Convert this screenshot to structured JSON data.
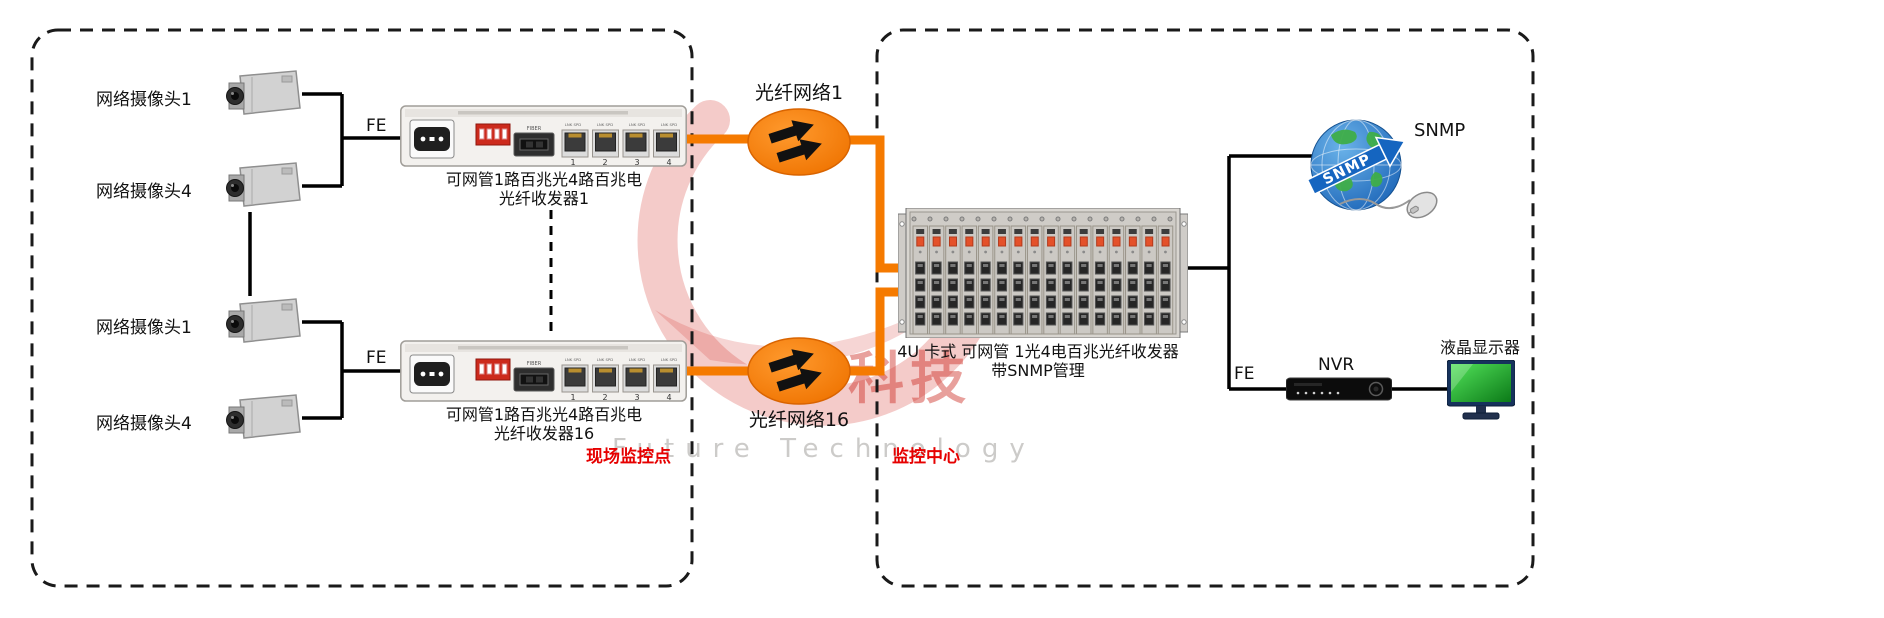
{
  "zones": {
    "site": "现场监控点",
    "center": "监控中心"
  },
  "cameras": {
    "top1": "网络摄像头1",
    "top2": "网络摄像头4",
    "bottom1": "网络摄像头1",
    "bottom2": "网络摄像头4"
  },
  "fe": {
    "top": "FE",
    "bottom": "FE",
    "center": "FE"
  },
  "converters": {
    "c1": {
      "line1": "可网管1路百兆光4路百兆电",
      "line2": "光纤收发器1"
    },
    "c16": {
      "line1": "可网管1路百兆光4路百兆电",
      "line2": "光纤收发器16"
    }
  },
  "fiber": {
    "net1": "光纤网络1",
    "net16": "光纤网络16"
  },
  "rack": {
    "line1": "4U 卡式 可网管 1光4电百兆光纤收发器",
    "line2": "带SNMP管理"
  },
  "snmp": {
    "globe_text": "SNMP",
    "label": "SNMP"
  },
  "nvr": {
    "label": "NVR"
  },
  "monitor": {
    "label": "液晶显示器"
  },
  "device_detail": {
    "fiber_port": "FIBER",
    "led": "LNK SPD",
    "ports": [
      "1",
      "2",
      "3",
      "4"
    ]
  },
  "watermark": {
    "cn": "科技",
    "en": "Future Technology"
  },
  "colors": {
    "orange": "#F57A00",
    "red": "#E60000",
    "black": "#000000"
  }
}
